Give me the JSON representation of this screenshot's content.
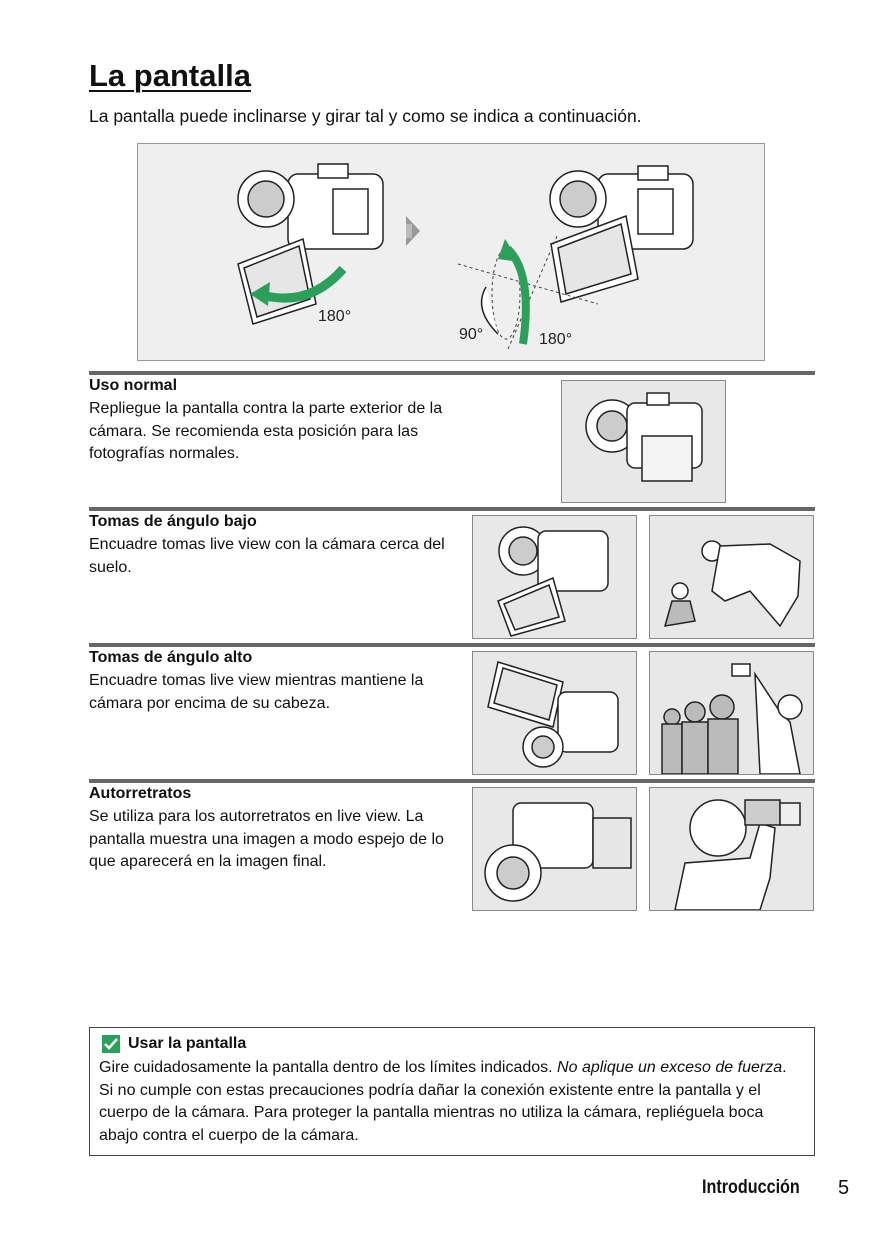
{
  "page": {
    "title": "La pantalla",
    "intro": "La pantalla puede inclinarse y girar tal y como se indica a continuación."
  },
  "diagram": {
    "label_180_left": "180°",
    "label_90": "90°",
    "label_180_right": "180°"
  },
  "sections": [
    {
      "title": "Uso normal",
      "body": "Repliegue la pantalla contra la parte exterior de la cámara.  Se recomienda esta posición para las fotografías normales."
    },
    {
      "title": "Tomas de ángulo bajo",
      "body": "Encuadre tomas live view con la cámara cerca del suelo."
    },
    {
      "title": "Tomas de ángulo alto",
      "body": "Encuadre tomas live view mientras mantiene la cámara por encima de su cabeza."
    },
    {
      "title": "Autorretratos",
      "body": "Se utiliza para los autorretratos en live view.  La pantalla muestra una imagen a modo espejo de lo que aparecerá en la imagen final."
    }
  ],
  "note": {
    "title": "Usar la pantalla",
    "body_1": "Gire cuidadosamente la pantalla dentro de los límites indicados.  ",
    "body_em": "No aplique un exceso de fuerza",
    "body_2": ".  Si no cumple con estas precauciones podría dañar la conexión existente entre la pantalla y el cuerpo de la cámara.  Para proteger la pantalla mientras no utiliza la cámara, repliéguela boca abajo contra el cuerpo de la cámara."
  },
  "footer": {
    "section": "Introducción",
    "page_number": "5"
  },
  "colors": {
    "accent_green": "#2ba05a",
    "section_bar": "#666666"
  }
}
